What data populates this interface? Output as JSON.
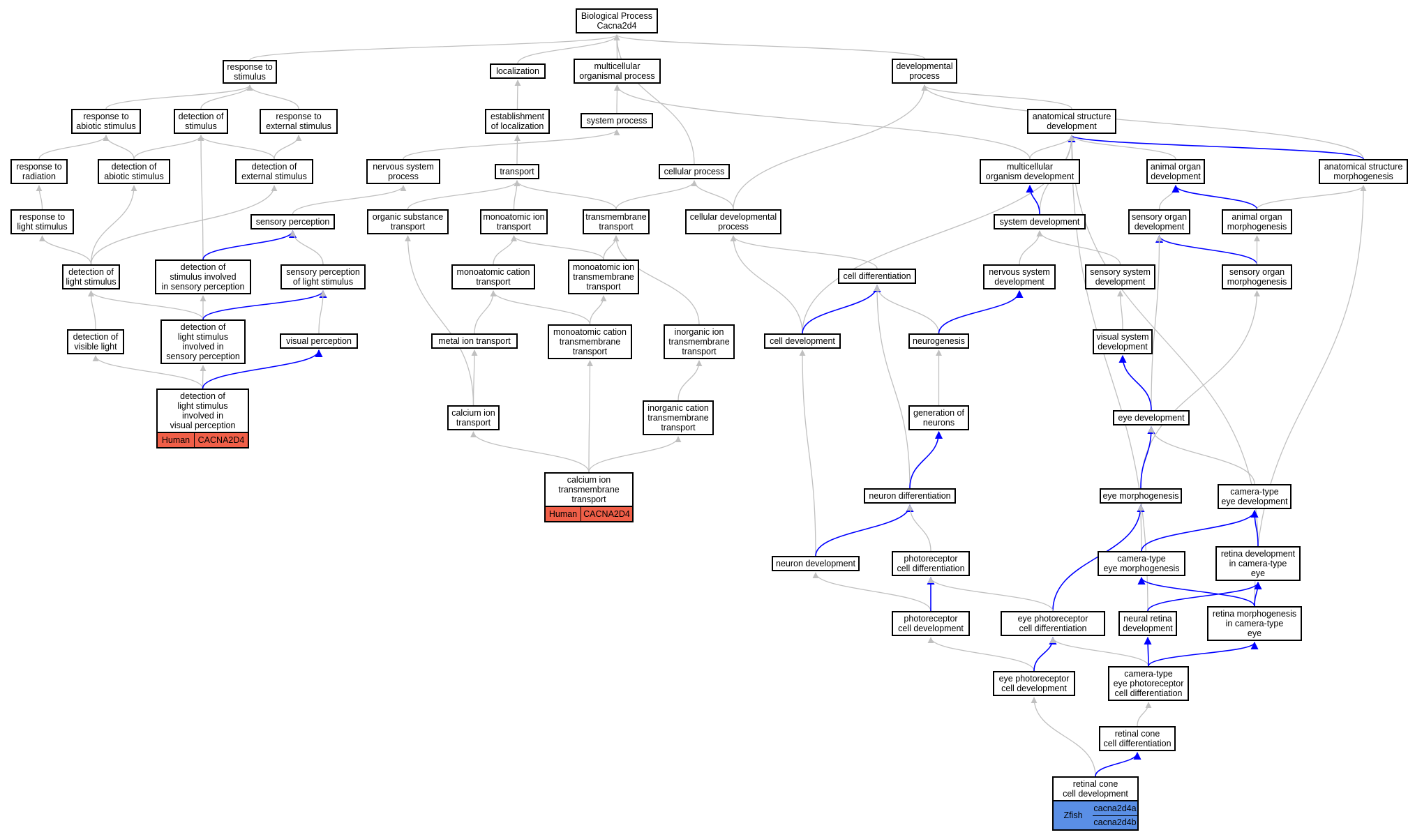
{
  "colors": {
    "gray_edge": "#c0c0c0",
    "blue_edge": "#0000ff",
    "human_fill": "#f05f48",
    "zfish_fill": "#5a8fe6"
  },
  "nodes": {
    "bp": "Biological Process\nCacna2d4",
    "resp_stim": "response to\nstimulus",
    "localization": "localization",
    "mop": "multicellular\norganismal process",
    "dev_proc": "developmental\nprocess",
    "resp_abiotic": "response to\nabiotic stimulus",
    "det_stim": "detection of\nstimulus",
    "resp_ext": "response to\nexternal stimulus",
    "est_loc": "establishment\nof localization",
    "sys_proc": "system process",
    "asd": "anatomical structure\ndevelopment",
    "resp_rad": "response to\nradiation",
    "det_abiotic": "detection of\nabiotic stimulus",
    "det_ext": "detection of\nexternal stimulus",
    "nsp": "nervous system\nprocess",
    "transport": "transport",
    "cell_proc": "cellular process",
    "mod": "multicellular\norganism development",
    "aod": "animal organ\ndevelopment",
    "asm": "anatomical structure\nmorphogenesis",
    "resp_light": "response to\nlight stimulus",
    "sens_perc": "sensory perception",
    "ost": "organic substance\ntransport",
    "mit": "monoatomic ion\ntransport",
    "tmt": "transmembrane\ntransport",
    "cdp": "cellular developmental\nprocess",
    "sys_dev": "system development",
    "sod": "sensory organ\ndevelopment",
    "aom": "animal organ\nmorphogenesis",
    "det_light": "detection of\nlight stimulus",
    "det_stim_sp": "detection of\nstimulus involved\nin sensory perception",
    "sp_light": "sensory perception\nof light stimulus",
    "mct": "monoatomic cation\ntransport",
    "mitt": "monoatomic ion\ntransmembrane\ntransport",
    "cell_diff": "cell differentiation",
    "nsd": "nervous system\ndevelopment",
    "ssd": "sensory system\ndevelopment",
    "som": "sensory organ\nmorphogenesis",
    "det_visible": "detection of\nvisible light",
    "det_light_sp": "detection of\nlight stimulus\ninvolved in\nsensory perception",
    "vis_perc": "visual perception",
    "metal_it": "metal ion transport",
    "mctt": "monoatomic cation\ntransmembrane\ntransport",
    "iitt": "inorganic ion\ntransmembrane\ntransport",
    "cell_dev": "cell development",
    "neurogenesis": "neurogenesis",
    "vsd": "visual system\ndevelopment",
    "det_light_vp": "detection of\nlight stimulus\ninvolved in\nvisual perception",
    "gen_neurons": "generation of\nneurons",
    "calcium_it": "calcium ion\ntransport",
    "icatt": "inorganic cation\ntransmembrane\ntransport",
    "eye_dev": "eye development",
    "caitt": "calcium ion\ntransmembrane\ntransport",
    "neuron_diff": "neuron differentiation",
    "eye_morph": "eye morphogenesis",
    "cted": "camera-type\neye development",
    "neuron_dev": "neuron development",
    "pcd": "photoreceptor\ncell differentiation",
    "ctem": "camera-type\neye morphogenesis",
    "rdcte": "retina development\nin camera-type\neye",
    "pc_dev": "photoreceptor\ncell development",
    "epcd": "eye photoreceptor\ncell differentiation",
    "nrd": "neural retina\ndevelopment",
    "rmcte": "retina morphogenesis\nin camera-type\neye",
    "ep_dev": "eye photoreceptor\ncell development",
    "ctepcd": "camera-type\neye photoreceptor\ncell differentiation",
    "rccd": "retinal cone\ncell differentiation",
    "rc_dev": "retinal cone\ncell development"
  },
  "gene_tables": {
    "vp": {
      "species": "Human",
      "genes": [
        "CACNA2D4"
      ]
    },
    "ca": {
      "species": "Human",
      "genes": [
        "CACNA2D4"
      ]
    },
    "rc": {
      "species": "Zfish",
      "genes": [
        "cacna2d4a",
        "cacna2d4b"
      ]
    }
  },
  "edges": [
    {
      "from": "resp_stim",
      "to": "bp",
      "type": "gray"
    },
    {
      "from": "localization",
      "to": "bp",
      "type": "gray"
    },
    {
      "from": "mop",
      "to": "bp",
      "type": "gray"
    },
    {
      "from": "dev_proc",
      "to": "bp",
      "type": "gray"
    },
    {
      "from": "cell_proc",
      "to": "bp",
      "type": "gray"
    },
    {
      "from": "resp_abiotic",
      "to": "resp_stim",
      "type": "gray"
    },
    {
      "from": "det_stim",
      "to": "resp_stim",
      "type": "gray"
    },
    {
      "from": "resp_ext",
      "to": "resp_stim",
      "type": "gray"
    },
    {
      "from": "est_loc",
      "to": "localization",
      "type": "gray"
    },
    {
      "from": "sys_proc",
      "to": "mop",
      "type": "gray"
    },
    {
      "from": "mod",
      "to": "mop",
      "type": "gray"
    },
    {
      "from": "asd",
      "to": "dev_proc",
      "type": "gray"
    },
    {
      "from": "asm",
      "to": "dev_proc",
      "type": "gray"
    },
    {
      "from": "cdp",
      "to": "dev_proc",
      "type": "gray"
    },
    {
      "from": "resp_rad",
      "to": "resp_abiotic",
      "type": "gray"
    },
    {
      "from": "det_abiotic",
      "to": "resp_abiotic",
      "type": "gray"
    },
    {
      "from": "det_abiotic",
      "to": "det_stim",
      "type": "gray"
    },
    {
      "from": "det_ext",
      "to": "det_stim",
      "type": "gray"
    },
    {
      "from": "det_ext",
      "to": "resp_ext",
      "type": "gray"
    },
    {
      "from": "det_stim_sp",
      "to": "det_stim",
      "type": "gray"
    },
    {
      "from": "transport",
      "to": "est_loc",
      "type": "gray"
    },
    {
      "from": "nsp",
      "to": "sys_proc",
      "type": "gray"
    },
    {
      "from": "mod",
      "to": "asd",
      "type": "gray"
    },
    {
      "from": "sys_dev",
      "to": "asd",
      "type": "gray"
    },
    {
      "from": "aod",
      "to": "asd",
      "type": "gray"
    },
    {
      "from": "asm",
      "to": "asd",
      "type": "blue"
    },
    {
      "from": "cell_dev",
      "to": "asd",
      "type": "gray"
    },
    {
      "from": "nrd",
      "to": "asd",
      "type": "gray"
    },
    {
      "from": "rdcte",
      "to": "asd",
      "type": "gray"
    },
    {
      "from": "resp_light",
      "to": "resp_rad",
      "type": "gray"
    },
    {
      "from": "det_light",
      "to": "det_abiotic",
      "type": "gray"
    },
    {
      "from": "det_light",
      "to": "det_ext",
      "type": "gray"
    },
    {
      "from": "sens_perc",
      "to": "nsp",
      "type": "gray"
    },
    {
      "from": "ost",
      "to": "transport",
      "type": "gray"
    },
    {
      "from": "mit",
      "to": "transport",
      "type": "gray"
    },
    {
      "from": "tmt",
      "to": "transport",
      "type": "gray"
    },
    {
      "from": "tmt",
      "to": "cell_proc",
      "type": "gray"
    },
    {
      "from": "cdp",
      "to": "cell_proc",
      "type": "gray"
    },
    {
      "from": "sys_dev",
      "to": "mod",
      "type": "blue"
    },
    {
      "from": "sod",
      "to": "aod",
      "type": "gray"
    },
    {
      "from": "aom",
      "to": "aod",
      "type": "blue"
    },
    {
      "from": "aom",
      "to": "asm",
      "type": "gray"
    },
    {
      "from": "rmcte",
      "to": "asm",
      "type": "gray"
    },
    {
      "from": "det_light",
      "to": "resp_light",
      "type": "gray"
    },
    {
      "from": "det_stim_sp",
      "to": "sens_perc",
      "type": "blue"
    },
    {
      "from": "sp_light",
      "to": "sens_perc",
      "type": "gray"
    },
    {
      "from": "calcium_it",
      "to": "ost",
      "type": "gray"
    },
    {
      "from": "mct",
      "to": "mit",
      "type": "gray"
    },
    {
      "from": "mitt",
      "to": "mit",
      "type": "gray"
    },
    {
      "from": "mitt",
      "to": "tmt",
      "type": "gray"
    },
    {
      "from": "iitt",
      "to": "tmt",
      "type": "gray"
    },
    {
      "from": "cell_diff",
      "to": "cdp",
      "type": "gray"
    },
    {
      "from": "cell_dev",
      "to": "cdp",
      "type": "gray"
    },
    {
      "from": "nsd",
      "to": "sys_dev",
      "type": "gray"
    },
    {
      "from": "ssd",
      "to": "sys_dev",
      "type": "gray"
    },
    {
      "from": "som",
      "to": "sod",
      "type": "blue"
    },
    {
      "from": "eye_dev",
      "to": "sod",
      "type": "gray"
    },
    {
      "from": "som",
      "to": "aom",
      "type": "gray"
    },
    {
      "from": "det_visible",
      "to": "det_light",
      "type": "gray"
    },
    {
      "from": "det_light_sp",
      "to": "det_light",
      "type": "gray"
    },
    {
      "from": "det_light_sp",
      "to": "det_stim_sp",
      "type": "gray"
    },
    {
      "from": "det_light_sp",
      "to": "sp_light",
      "type": "blue"
    },
    {
      "from": "vis_perc",
      "to": "sp_light",
      "type": "gray"
    },
    {
      "from": "metal_it",
      "to": "mct",
      "type": "gray"
    },
    {
      "from": "mctt",
      "to": "mct",
      "type": "gray"
    },
    {
      "from": "mctt",
      "to": "mitt",
      "type": "gray"
    },
    {
      "from": "cell_dev",
      "to": "cell_diff",
      "type": "blue"
    },
    {
      "from": "neurogenesis",
      "to": "cell_diff",
      "type": "gray"
    },
    {
      "from": "neuron_diff",
      "to": "cell_diff",
      "type": "gray"
    },
    {
      "from": "neurogenesis",
      "to": "nsd",
      "type": "blue"
    },
    {
      "from": "vsd",
      "to": "ssd",
      "type": "gray"
    },
    {
      "from": "eye_morph",
      "to": "som",
      "type": "gray"
    },
    {
      "from": "det_light_vp",
      "to": "det_visible",
      "type": "gray"
    },
    {
      "from": "det_light_vp",
      "to": "det_light_sp",
      "type": "gray"
    },
    {
      "from": "det_light_vp",
      "to": "vis_perc",
      "type": "blue"
    },
    {
      "from": "calcium_it",
      "to": "metal_it",
      "type": "gray"
    },
    {
      "from": "caitt",
      "to": "mctt",
      "type": "gray"
    },
    {
      "from": "icatt",
      "to": "iitt",
      "type": "gray"
    },
    {
      "from": "neuron_dev",
      "to": "cell_dev",
      "type": "gray"
    },
    {
      "from": "gen_neurons",
      "to": "neurogenesis",
      "type": "gray"
    },
    {
      "from": "eye_dev",
      "to": "vsd",
      "type": "blue"
    },
    {
      "from": "neuron_diff",
      "to": "gen_neurons",
      "type": "blue"
    },
    {
      "from": "caitt",
      "to": "calcium_it",
      "type": "gray"
    },
    {
      "from": "caitt",
      "to": "icatt",
      "type": "gray"
    },
    {
      "from": "eye_morph",
      "to": "eye_dev",
      "type": "blue"
    },
    {
      "from": "cted",
      "to": "eye_dev",
      "type": "gray"
    },
    {
      "from": "neuron_dev",
      "to": "neuron_diff",
      "type": "blue"
    },
    {
      "from": "pcd",
      "to": "neuron_diff",
      "type": "gray"
    },
    {
      "from": "epcd",
      "to": "eye_morph",
      "type": "blue"
    },
    {
      "from": "ctem",
      "to": "eye_morph",
      "type": "gray"
    },
    {
      "from": "ctem",
      "to": "cted",
      "type": "blue"
    },
    {
      "from": "rdcte",
      "to": "cted",
      "type": "blue"
    },
    {
      "from": "pc_dev",
      "to": "neuron_dev",
      "type": "gray"
    },
    {
      "from": "pc_dev",
      "to": "pcd",
      "type": "blue"
    },
    {
      "from": "epcd",
      "to": "pcd",
      "type": "gray"
    },
    {
      "from": "rmcte",
      "to": "ctem",
      "type": "blue"
    },
    {
      "from": "nrd",
      "to": "rdcte",
      "type": "blue"
    },
    {
      "from": "rmcte",
      "to": "rdcte",
      "type": "blue"
    },
    {
      "from": "ep_dev",
      "to": "pc_dev",
      "type": "gray"
    },
    {
      "from": "ep_dev",
      "to": "epcd",
      "type": "blue"
    },
    {
      "from": "ctepcd",
      "to": "epcd",
      "type": "gray"
    },
    {
      "from": "ctepcd",
      "to": "nrd",
      "type": "blue"
    },
    {
      "from": "ctepcd",
      "to": "rmcte",
      "type": "blue"
    },
    {
      "from": "rccd",
      "to": "ctepcd",
      "type": "gray"
    },
    {
      "from": "rc_dev",
      "to": "ep_dev",
      "type": "gray"
    },
    {
      "from": "rc_dev",
      "to": "rccd",
      "type": "blue"
    }
  ]
}
